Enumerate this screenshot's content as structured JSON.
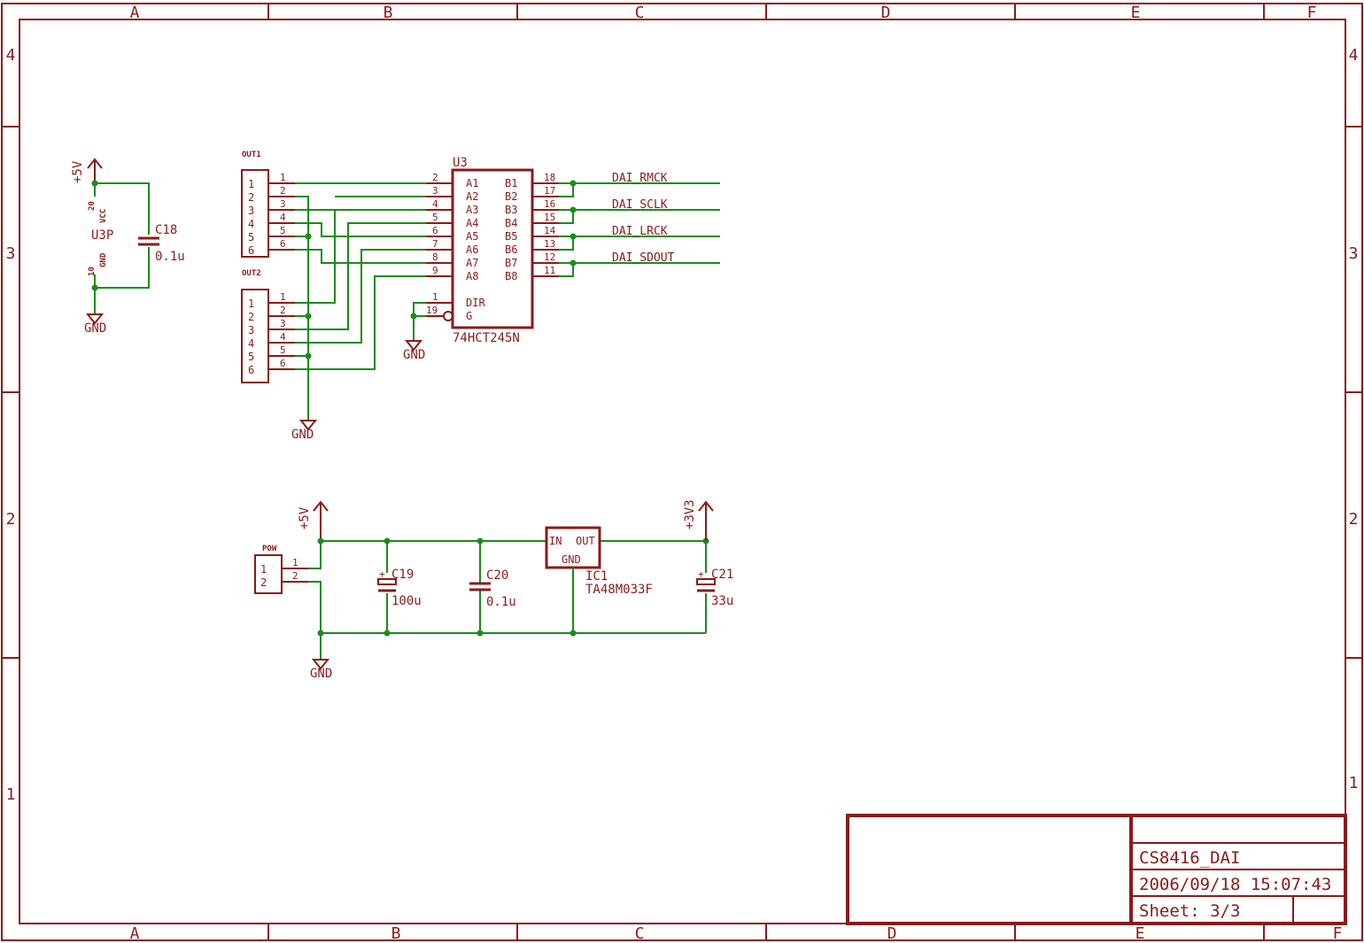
{
  "frame": {
    "cols": [
      "A",
      "B",
      "C",
      "D",
      "E",
      "F"
    ],
    "rows": [
      "4",
      "3",
      "2",
      "1"
    ]
  },
  "power_block": {
    "vcc_label": "+5V",
    "gnd_label": "GND",
    "part": "U3P",
    "pin_vcc_num": "20",
    "pin_vcc_name": "VCC",
    "pin_gnd_num": "10",
    "pin_gnd_name": "GND",
    "cap_name": "C18",
    "cap_value": "0.1u"
  },
  "connectors": {
    "out1": "OUT1",
    "out2": "OUT2",
    "pow": "POW",
    "pins": [
      "1",
      "2",
      "3",
      "4",
      "5",
      "6"
    ],
    "pow_pins": [
      "1",
      "2"
    ]
  },
  "u3": {
    "name": "U3",
    "value": "74HCT245N",
    "a_pins": [
      "A1",
      "A2",
      "A3",
      "A4",
      "A5",
      "A6",
      "A7",
      "A8"
    ],
    "a_nums": [
      "2",
      "3",
      "4",
      "5",
      "6",
      "7",
      "8",
      "9"
    ],
    "b_pins": [
      "B1",
      "B2",
      "B3",
      "B4",
      "B5",
      "B6",
      "B7",
      "B8"
    ],
    "b_nums": [
      "18",
      "17",
      "16",
      "15",
      "14",
      "13",
      "12",
      "11"
    ],
    "dir": "DIR",
    "dir_num": "1",
    "g": "G",
    "g_num": "19",
    "gnd_label": "GND"
  },
  "nets": [
    "DAI_RMCK",
    "DAI_SCLK",
    "DAI_LRCK",
    "DAI_SDOUT"
  ],
  "gnd_out": "GND",
  "regulator": {
    "vin": "+5V",
    "vout": "+3V3",
    "in": "IN",
    "out": "OUT",
    "gnd": "GND",
    "name": "IC1",
    "value": "TA48M033F",
    "gnd_label": "GND",
    "c19": "C19",
    "c19_val": "100u",
    "c20": "C20",
    "c20_val": "0.1u",
    "c21": "C21",
    "c21_val": "33u"
  },
  "title_block": {
    "title": "CS8416_DAI",
    "date": "2006/09/18 15:07:43",
    "sheet": "Sheet: 3/3"
  }
}
